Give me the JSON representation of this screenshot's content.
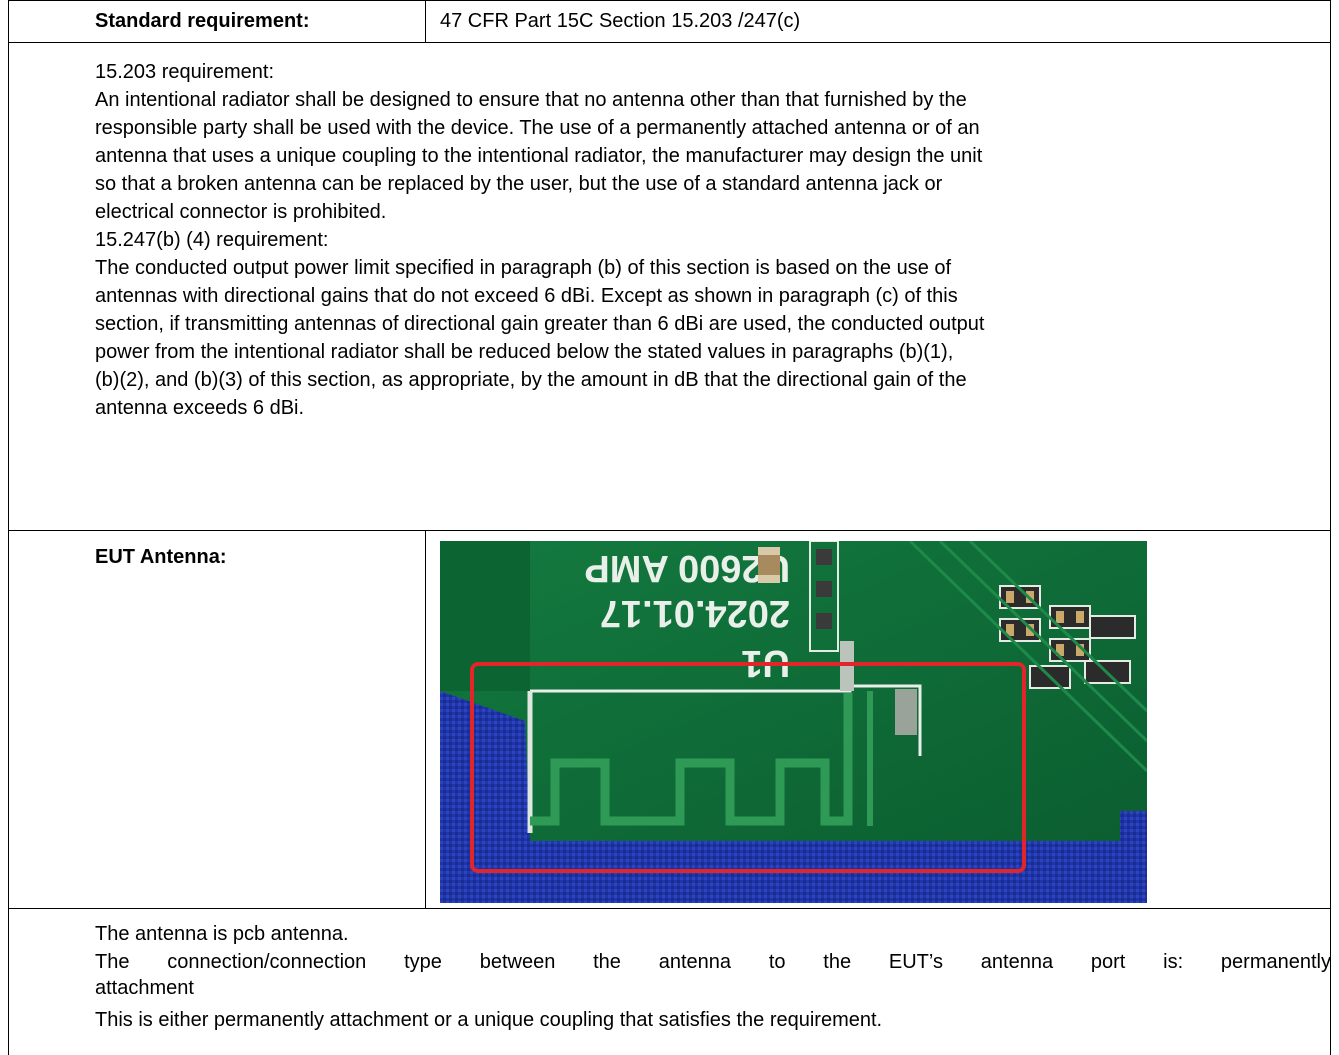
{
  "standard": {
    "label": "Standard requirement:",
    "value": "47 CFR Part 15C Section 15.203 /247(c)"
  },
  "requirements": {
    "r15203_title": "15.203 requirement:",
    "r15203_lines": [
      "An intentional radiator shall be designed to ensure that no antenna other than that furnished by the",
      "responsible party shall be used with the device.  The use of a permanently attached antenna or of an",
      "antenna that uses a unique coupling to the intentional radiator, the manufacturer may design the unit",
      "so that a broken antenna can be replaced by the user, but the use of a standard antenna jack or",
      "electrical connector is prohibited."
    ],
    "r15247_title": "15.247(b) (4) requirement:",
    "r15247_lines": [
      "The conducted output power limit specified in paragraph (b) of this section is based on the use of",
      "antennas with directional gains that do not exceed 6 dBi. Except as shown in paragraph (c) of this",
      "section, if transmitting antennas of directional gain greater than 6 dBi are used, the conducted output",
      "power from the intentional radiator shall be reduced below the stated values in paragraphs (b)(1),",
      "(b)(2), and (b)(3) of this section, as appropriate, by the amount in dB that the directional gain of the",
      "antenna exceeds 6 dBi."
    ]
  },
  "eut": {
    "label": "EUT Antenna:",
    "photo_text_top": "U1",
    "photo_text_date": "2024.01.17",
    "photo_text_model": "U2600 AMP",
    "highlight_color": "#e0262b"
  },
  "conclusion": {
    "line1": "The antenna is pcb antenna.",
    "line2a": "The connection/connection type between the antenna to the EUT’s antenna port is: permanently",
    "line2b": "attachment",
    "line3": "This is either permanently attachment or a unique coupling that satisfies the requirement."
  }
}
